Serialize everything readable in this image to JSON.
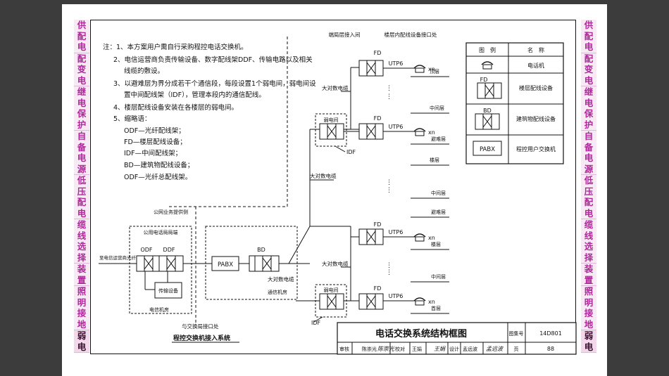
{
  "left_strip": [
    "供",
    "配",
    "电",
    "配",
    "变",
    "电",
    "继",
    "电",
    "保",
    "护",
    "自",
    "备",
    "电",
    "源",
    "低",
    "压",
    "配",
    "电",
    "缆",
    "线",
    "选",
    "择",
    "装",
    "置",
    "照",
    "明",
    "接",
    "地",
    "弱",
    "电"
  ],
  "right_strip": [
    "供",
    "配",
    "电",
    "配",
    "变",
    "电",
    "继",
    "电",
    "保",
    "护",
    "自",
    "备",
    "电",
    "源",
    "低",
    "压",
    "配",
    "电",
    "缆",
    "线",
    "选",
    "择",
    "装",
    "置",
    "照",
    "明",
    "接",
    "地",
    "弱",
    "电"
  ],
  "notes": {
    "lines": [
      "注：1、本方案用户需自行采购程控电话交换机。",
      "2、电信运营商负责传输设备、数字配线架DDF、传输电路以及相关",
      "线缆的敷设。",
      "3、以避难层为界分成若干个通信段，每段设置1个弱电间，弱电间设",
      "置中间配线架（IDF），管理本段内的通信配线。",
      "4、楼层配线设备安装在各楼层的弱电间。",
      "5、缩略语：",
      "ODF—光纤配线架；",
      "FD—楼层配线设备；",
      "IDF—中间配线架；",
      "BD—建筑物配线设备；",
      "ODF—光纤总配线架。"
    ]
  },
  "legend": {
    "header_symbol": "图　例",
    "header_name": "名　称",
    "rows": [
      {
        "symbol": "phone-icon",
        "name": "电话机"
      },
      {
        "symbol": "FD",
        "name": "楼层配线设备"
      },
      {
        "symbol": "BD",
        "name": "建筑物配线设备"
      },
      {
        "symbol": "PABX",
        "name": "程控用户交换机"
      }
    ]
  },
  "diagram": {
    "top_left_heading": "端局层接入间",
    "top_right_heading": "楼层内配线设备接口处",
    "fd": "FD",
    "utp": "UTP6",
    "xn": "xn",
    "floors": [
      "顶层",
      "中间层",
      "避难层",
      "楼层",
      "中间层",
      "避难层",
      "楼层",
      "中间层",
      "首层"
    ],
    "cable": "大对数电缆",
    "weak_room": "弱电间",
    "idf": "IDF",
    "isp_side": "公网业务提供侧",
    "public_room": "公用电话局局端",
    "odf": "ODF",
    "ddf": "DDF",
    "fiber_in": "至电信运营商光纤",
    "transmission": "传输设备",
    "telecom_room": "电信机房",
    "pabx": "PABX",
    "bd": "BD",
    "comm_room": "通信机房",
    "interface_label": "与交换局接口处",
    "subtitle": "程控交换机接入系统"
  },
  "title_block": {
    "title": "电话交换系统结构框图",
    "atlas_label": "图集号",
    "atlas_no": "14D801",
    "review_label": "审核",
    "reviewer": "陈崇光",
    "reviewer_sign": "陈崇光",
    "check_label": "校对",
    "checker": "王娟",
    "checker_sign": "王娟",
    "design_label": "设计",
    "designer": "孟远波",
    "designer_sign": "孟远波",
    "page_label": "页",
    "page_no": "88"
  }
}
